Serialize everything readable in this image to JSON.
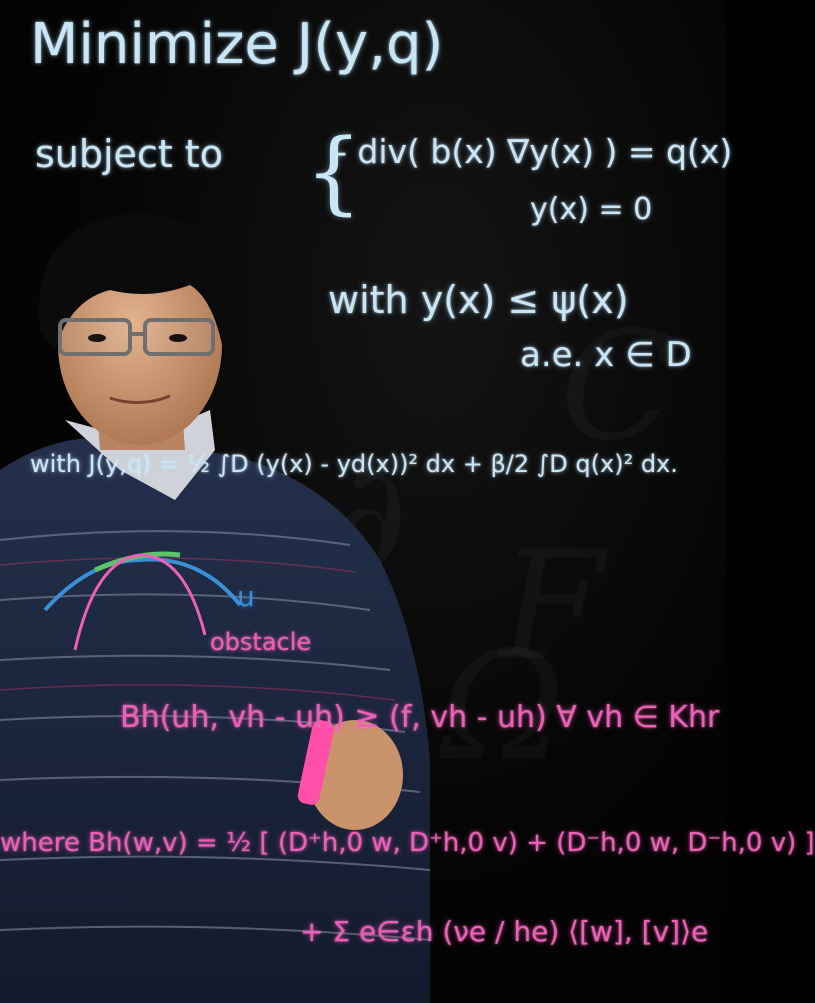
{
  "board": {
    "line1": "Minimize J(y,q)",
    "line2_label": "subject to",
    "line2_eq1": "- div( b(x) ∇y(x) ) = q(x)",
    "line2_eq2": "y(x) = 0",
    "line3": "with  y(x) ≤ ψ(x)",
    "line4": "a.e.  x ∈ D",
    "line5": "with  J(y,q) = ½ ∫D (y(x) - yd(x))² dx + β/2 ∫D q(x)² dx.",
    "curve_label_u": "u",
    "curve_label_obstacle": "obstacle",
    "line6": "Bh(uh, vh - uh) ≥ (f, vh - uh)  ∀ vh ∈ Khr",
    "line7": "where  Bh(w,v) = ½ [ (D⁺h,0 w, D⁺h,0 v) + (D⁻h,0 w, D⁻h,0 v) ]",
    "line8": "+  Σ e∈εh  (νe / he) ⟨[w], [v]⟩e"
  },
  "colors": {
    "chalk_blue": "#c9e6f7",
    "marker_pink": "#ee5fb6",
    "curve_blue": "#3a8fd6",
    "curve_green": "#5cc46a",
    "sweater_navy": "#1e2a44",
    "background": "#000000"
  }
}
